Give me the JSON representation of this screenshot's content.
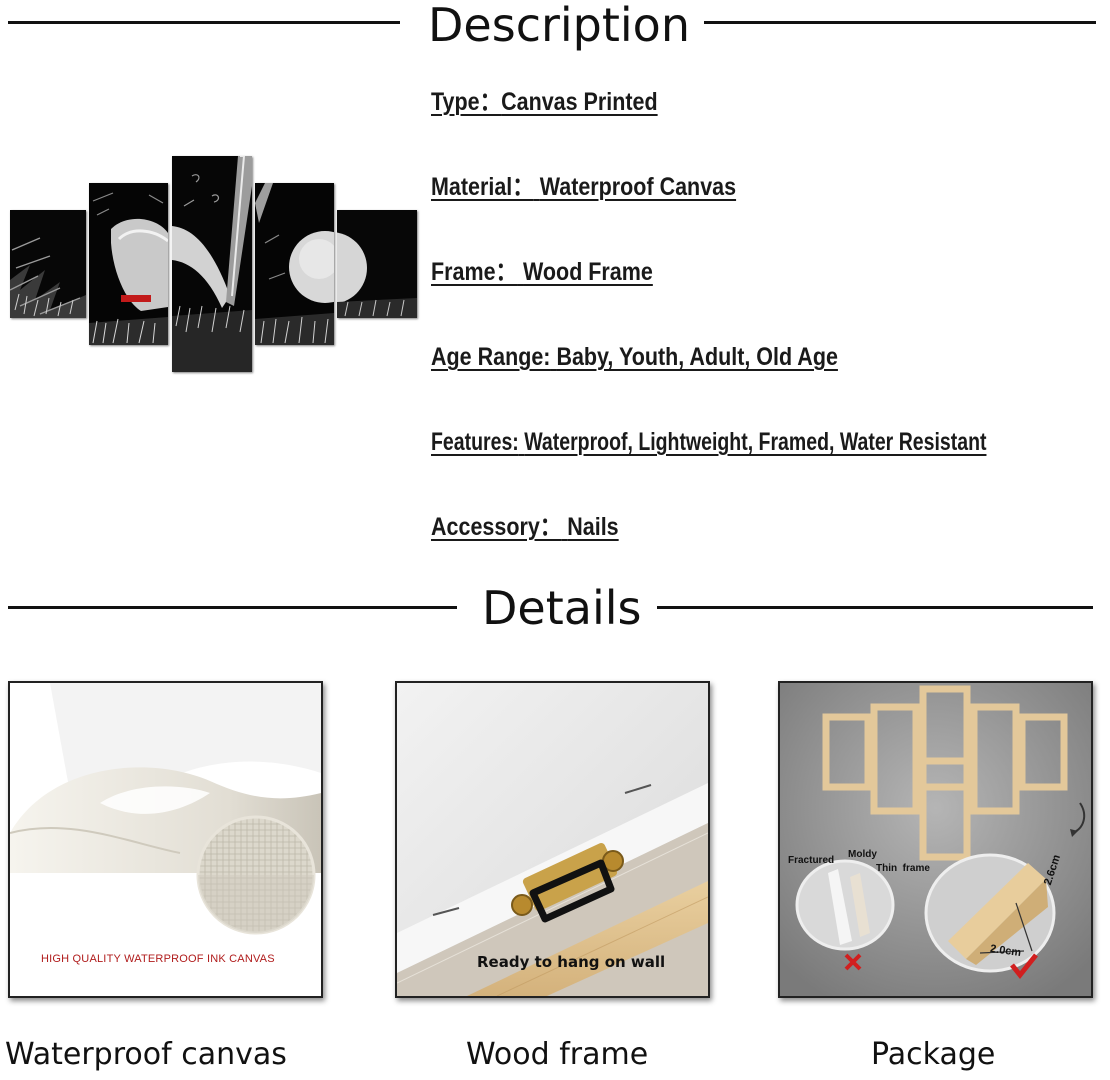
{
  "sections": {
    "description_title": "Description",
    "details_title": "Details"
  },
  "specs": [
    {
      "label": "Type：",
      "value": "Canvas Printed"
    },
    {
      "label": "Material：",
      "value": "Waterproof Canvas"
    },
    {
      "label": "Frame：",
      "value": "Wood Frame"
    },
    {
      "label": "Age Range:",
      "value": "Baby, Youth, Adult, Old Age"
    },
    {
      "label": "Features:",
      "value": "Waterproof, Lightweight, Framed, Water Resistant"
    },
    {
      "label": "Accessory：",
      "value": "Nails"
    }
  ],
  "details": [
    {
      "caption": "Waterproof canvas",
      "overlay_text": "HIGH QUALITY WATERPROOF INK CANVAS"
    },
    {
      "caption": "Wood frame",
      "overlay_text": "Ready to hang on wall"
    },
    {
      "caption": "Package",
      "labels": {
        "fractured": "Fractured",
        "moldy": "Moldy",
        "thin_frame": "Thin  frame",
        "dim_a": "2.6cm",
        "dim_b": "2.0cm"
      }
    }
  ],
  "colors": {
    "text": "#111111",
    "overlay_red": "#b01c1c",
    "wood": "#e6c99a",
    "package_bg": "#8c8c8c",
    "reject_mark": "#d11f1f"
  }
}
